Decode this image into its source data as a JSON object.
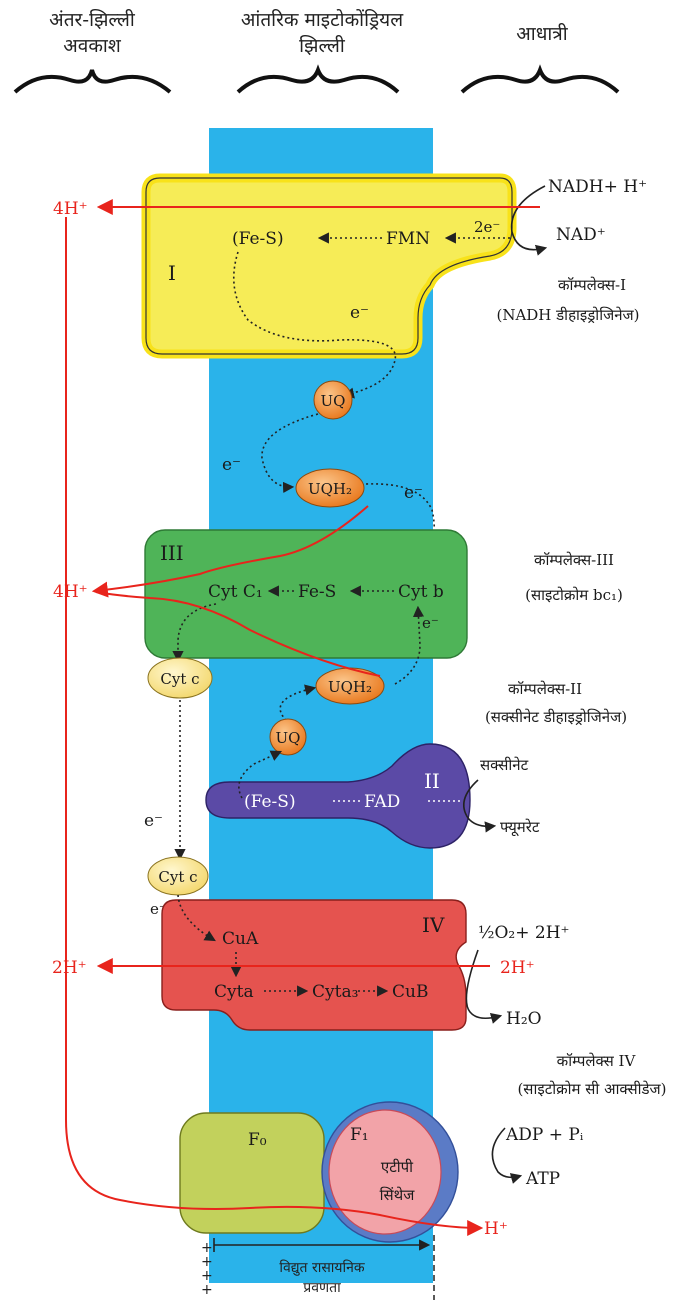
{
  "headers": {
    "intermembrane": [
      "अंतर-झिल्ली",
      "अवकाश"
    ],
    "inner_membrane": [
      "आंतरिक माइटोकोंड्रियल",
      "झिल्ली"
    ],
    "matrix": "आधात्री"
  },
  "complex1": {
    "numeral": "I",
    "fes": "(Fe-S)",
    "fmn": "FMN",
    "two_e": "2e⁻",
    "e": "e⁻",
    "nadh": "NADH+ H⁺",
    "nad": "NAD⁺",
    "name": "कॉम्पलेक्स-I",
    "enzyme": "(NADH डीहाइड्रोजिनेज)"
  },
  "carriers": {
    "uq": "UQ",
    "uqh2": "UQH₂",
    "cytc": "Cyt c",
    "e": "e⁻"
  },
  "complex3": {
    "numeral": "III",
    "cytc1": "Cyt C₁",
    "fes": "Fe-S",
    "cytb": "Cyt b",
    "e": "e⁻",
    "name": "कॉम्पलेक्स-III",
    "enzyme": "(साइटोक्रोम bc₁)"
  },
  "complex2": {
    "numeral": "II",
    "fes": "(Fe-S)",
    "fad": "FAD",
    "succinate": "सक्सीनेट",
    "fumarate": "फ्यूमरेट",
    "name": "कॉम्पलेक्स-II",
    "enzyme": "(सक्सीनेट डीहाइड्रोजिनेज)"
  },
  "complex4": {
    "numeral": "IV",
    "cua": "CuA",
    "cyta": "Cyta",
    "cyta3": "Cyta₃",
    "cub": "CuB",
    "o2": "½O₂+ 2H⁺",
    "h2o": "H₂O",
    "two_h": "2H⁺",
    "name": "कॉम्पलेक्स IV",
    "enzyme": "(साइटोक्रोम सी आक्सीडेज)"
  },
  "protons": {
    "p1": "4H⁺",
    "p3": "4H⁺",
    "p4": "2H⁺",
    "out": "H⁺"
  },
  "atp_synthase": {
    "f0": "F₀",
    "f1": "F₁",
    "name1": "एटीपी",
    "name2": "सिंथेज",
    "adp": "ADP + Pᵢ",
    "atp": "ATP"
  },
  "gradient": {
    "line1": "विद्युत रासायनिक",
    "line2": "प्रवणता",
    "plus": "+"
  },
  "colors": {
    "membrane": "#2ab3ea",
    "complex1": "#f6ec57",
    "complex1_edge": "#f8e21a",
    "complex3": "#4fb458",
    "complex2": "#5b4aa6",
    "complex4": "#e5534f",
    "f0": "#c2d15c",
    "f1": "#f2a3a8",
    "carrier": "#f08a2b",
    "cytc": "#fbe79a",
    "proton": "#e8241c"
  }
}
